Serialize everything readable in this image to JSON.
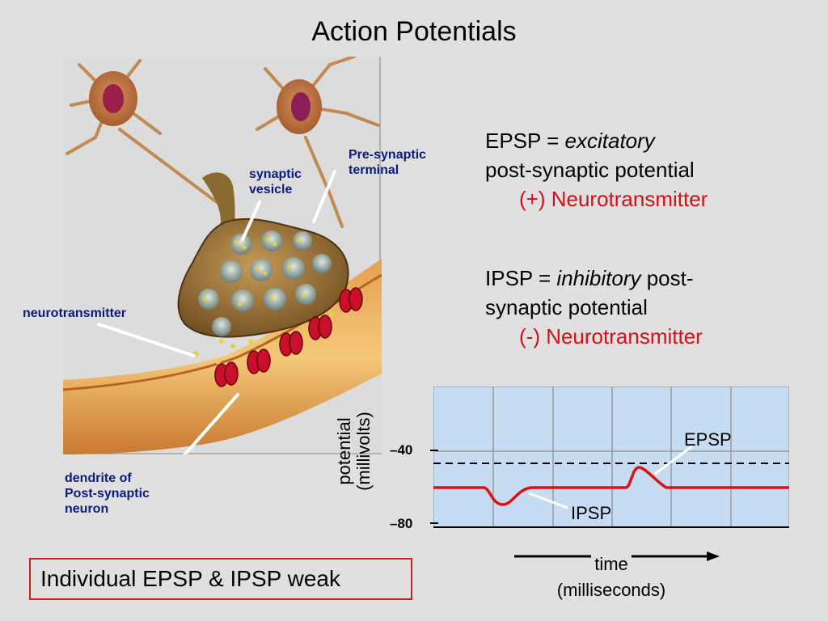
{
  "slide": {
    "title": "Action Potentials"
  },
  "labels": {
    "synaptic_vesicle_1": "synaptic",
    "synaptic_vesicle_2": "vesicle",
    "presynaptic_1": "Pre-synaptic",
    "presynaptic_2": "terminal",
    "neurotransmitter": "neurotransmitter",
    "dendrite_1": "dendrite of",
    "dendrite_2": "Post-synaptic",
    "dendrite_3": "neuron"
  },
  "epsp": {
    "line1_prefix": "EPSP = ",
    "line1_italic": "excitatory",
    "line2": "post-synaptic potential",
    "line3": "(+) Neurotransmitter"
  },
  "ipsp": {
    "line1_prefix": "IPSP = ",
    "line1_italic": "inhibitory",
    "line1_suffix": " post-",
    "line2": "synaptic potential",
    "line3": "(-) Neurotransmitter"
  },
  "callout": "Individual EPSP & IPSP weak",
  "graph": {
    "ylabel_1": "potential",
    "ylabel_2": "(millivolts)",
    "tick_top": "–40",
    "tick_bottom": "–80",
    "epsp_label": "EPSP",
    "ipsp_label": "IPSP",
    "xlabel_1": "time",
    "xlabel_2": "(milliseconds)",
    "colors": {
      "trace": "#dd1111",
      "background": "#c6dcf2",
      "grid": "#999999"
    }
  }
}
